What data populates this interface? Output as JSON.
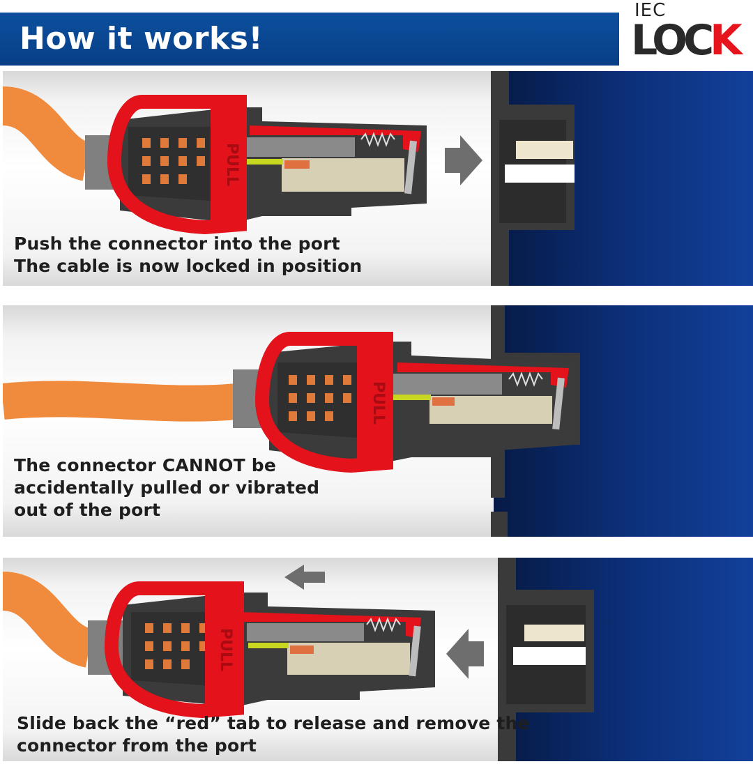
{
  "header": {
    "title": "How it works!"
  },
  "logo": {
    "small": "IEC",
    "big_main": "LOC",
    "big_accent": "K"
  },
  "tab_label": "PULL",
  "panels": [
    {
      "caption_lines": [
        "Push the connector into the port",
        "The cable is now locked in position"
      ]
    },
    {
      "caption_lines": [
        "The connector CANNOT be",
        "accidentally pulled or vibrated",
        "out of the port"
      ]
    },
    {
      "caption_lines": [
        "Slide back the “red” tab to release and remove the",
        "connector from the port"
      ]
    }
  ],
  "colors": {
    "header_blue": "#0a4892",
    "tab_red": "#e3121b",
    "cable_orange": "#f08a3c",
    "port_navy": "#0b2a6a"
  },
  "icons": [
    "arrow-right-icon",
    "arrow-left-icon",
    "spring-icon",
    "latch-icon"
  ]
}
